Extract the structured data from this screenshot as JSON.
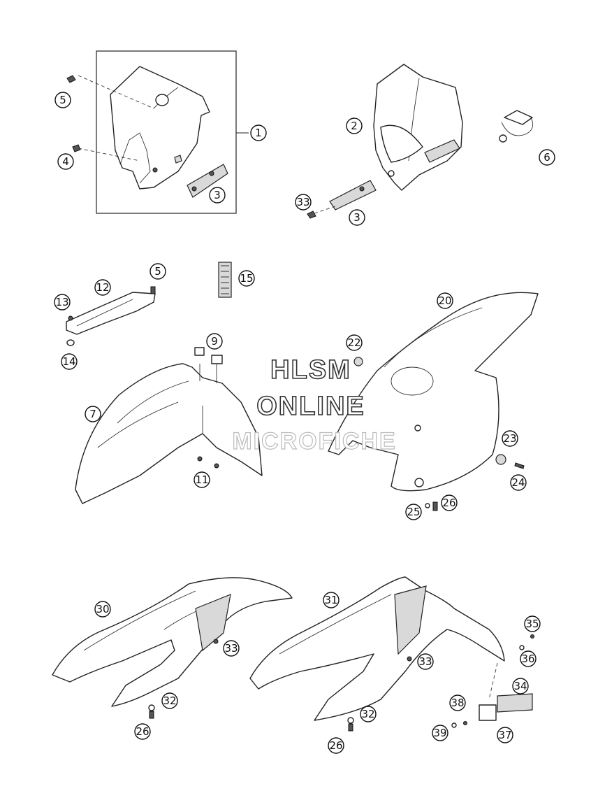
{
  "watermark": {
    "line1": "HLSM",
    "line2": "ONLINE",
    "line3": "MICROFICHE"
  },
  "callouts": [
    {
      "id": "c5a",
      "label": "5"
    },
    {
      "id": "c1",
      "label": "1"
    },
    {
      "id": "c4",
      "label": "4"
    },
    {
      "id": "c3a",
      "label": "3"
    },
    {
      "id": "c2",
      "label": "2"
    },
    {
      "id": "c6",
      "label": "6"
    },
    {
      "id": "c33a",
      "label": "33"
    },
    {
      "id": "c3b",
      "label": "3"
    },
    {
      "id": "c5b",
      "label": "5"
    },
    {
      "id": "c15",
      "label": "15"
    },
    {
      "id": "c12",
      "label": "12"
    },
    {
      "id": "c13",
      "label": "13"
    },
    {
      "id": "c14",
      "label": "14"
    },
    {
      "id": "c9",
      "label": "9"
    },
    {
      "id": "c7",
      "label": "7"
    },
    {
      "id": "c11",
      "label": "11"
    },
    {
      "id": "c20",
      "label": "20"
    },
    {
      "id": "c22",
      "label": "22"
    },
    {
      "id": "c23",
      "label": "23"
    },
    {
      "id": "c24",
      "label": "24"
    },
    {
      "id": "c25",
      "label": "25"
    },
    {
      "id": "c26a",
      "label": "26"
    },
    {
      "id": "c30",
      "label": "30"
    },
    {
      "id": "c33b",
      "label": "33"
    },
    {
      "id": "c32a",
      "label": "32"
    },
    {
      "id": "c26b",
      "label": "26"
    },
    {
      "id": "c31",
      "label": "31"
    },
    {
      "id": "c33c",
      "label": "33"
    },
    {
      "id": "c35",
      "label": "35"
    },
    {
      "id": "c36",
      "label": "36"
    },
    {
      "id": "c34",
      "label": "34"
    },
    {
      "id": "c32b",
      "label": "32"
    },
    {
      "id": "c26c",
      "label": "26"
    },
    {
      "id": "c38",
      "label": "38"
    },
    {
      "id": "c39",
      "label": "39"
    },
    {
      "id": "c37",
      "label": "37"
    }
  ]
}
